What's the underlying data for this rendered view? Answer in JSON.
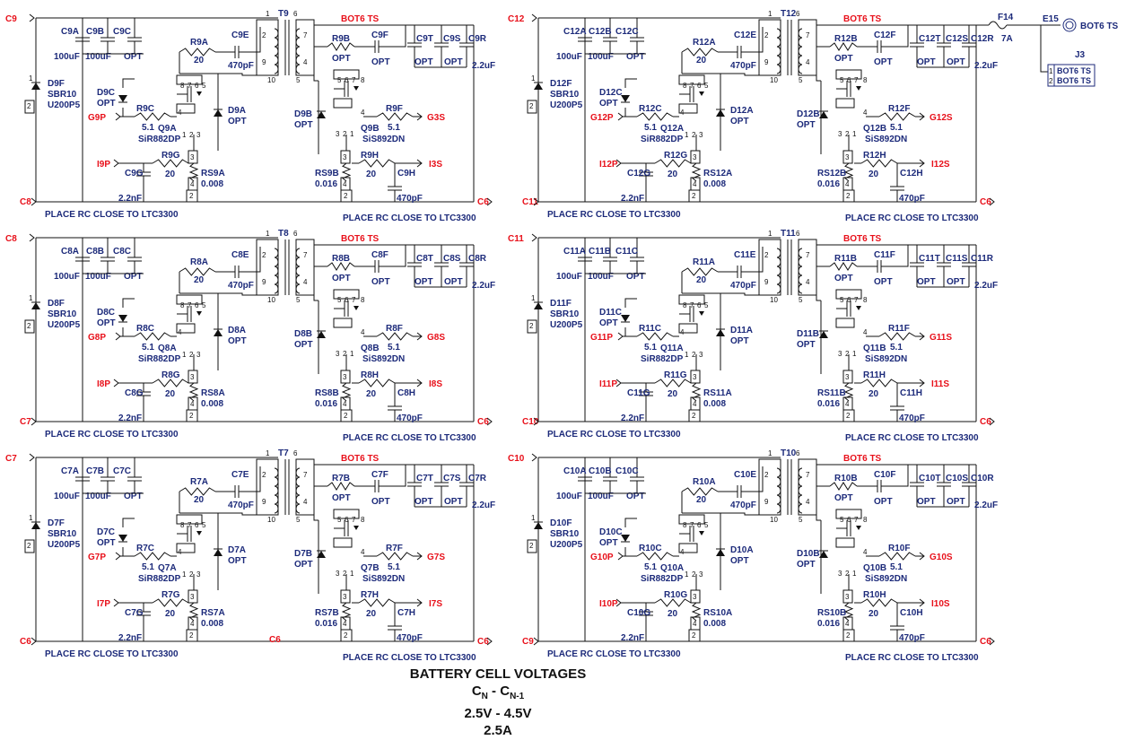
{
  "blocks": [
    {
      "n": "9",
      "top": "C9",
      "bot": "C8",
      "gp": "G9P",
      "ip": "I9P",
      "gs": "G3S",
      "is": "I3S",
      "t": "T9"
    },
    {
      "n": "12",
      "top": "C12",
      "bot": "C11",
      "gp": "G12P",
      "ip": "I12P",
      "gs": "G12S",
      "is": "I12S",
      "t": "T12"
    },
    {
      "n": "8",
      "top": "C8",
      "bot": "C7",
      "gp": "G8P",
      "ip": "I8P",
      "gs": "G8S",
      "is": "I8S",
      "t": "T8"
    },
    {
      "n": "11",
      "top": "C11",
      "bot": "C10",
      "gp": "G11P",
      "ip": "I11P",
      "gs": "G11S",
      "is": "I11S",
      "t": "T11"
    },
    {
      "n": "7",
      "top": "C7",
      "bot": "C6",
      "gp": "G7P",
      "ip": "I7P",
      "gs": "G7S",
      "is": "I7S",
      "t": "T7"
    },
    {
      "n": "10",
      "top": "C10",
      "bot": "C9",
      "gp": "G10P",
      "ip": "I10P",
      "gs": "G10S",
      "is": "I10S",
      "t": "T10"
    }
  ],
  "common": {
    "bot_ts": "BOT6 TS",
    "right_net": "C6",
    "place_rc": "PLACE RC CLOSE TO LTC3300",
    "cap_100uf": "100uF",
    "opt": "OPT",
    "cap_470pf": "470pF",
    "cap_22nf": "2.2nF",
    "cap_22uf": "2.2uF",
    "res_20": "20",
    "res_51": "5.1",
    "res_0008": "0.008",
    "res_0016": "0.016",
    "q_primary": "SiR882DP",
    "q_secondary": "SiS892DN",
    "diode_line1": "SBR10",
    "diode_line2": "U200P5"
  },
  "extras": {
    "fuse": "F14",
    "fuse_rating": "7A",
    "terminal": "E15",
    "terminal_label": "BOT6 TS",
    "connector": "J3",
    "connector_pin1": "BOT6 TS",
    "connector_pin2": "BOT6 TS",
    "c6_mid_label": "C6"
  },
  "footer": {
    "title": "BATTERY CELL VOLTAGES",
    "formula_c": "C",
    "formula_sub_n": "N",
    "formula_dash": " - C",
    "formula_sub_n1": "N-1",
    "range": "2.5V - 4.5V",
    "current": "2.5A"
  }
}
